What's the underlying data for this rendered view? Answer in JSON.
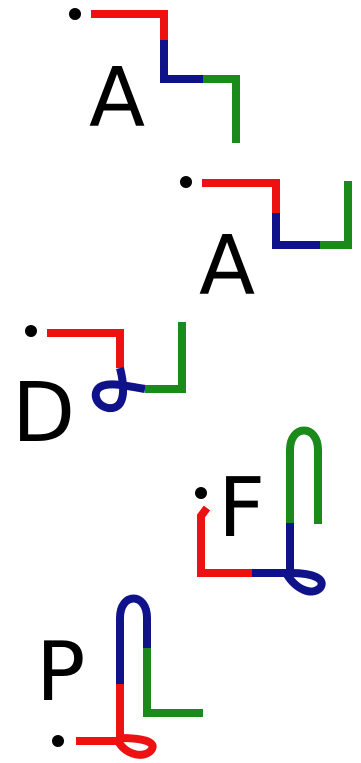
{
  "colors": {
    "segment_1": "#ee1111",
    "segment_2": "#10128a",
    "segment_3": "#1a8a1a",
    "label": "#000000",
    "dot": "#000000",
    "background": "#ffffff"
  },
  "labels": [
    "A",
    "A",
    "D",
    "F",
    "P"
  ]
}
